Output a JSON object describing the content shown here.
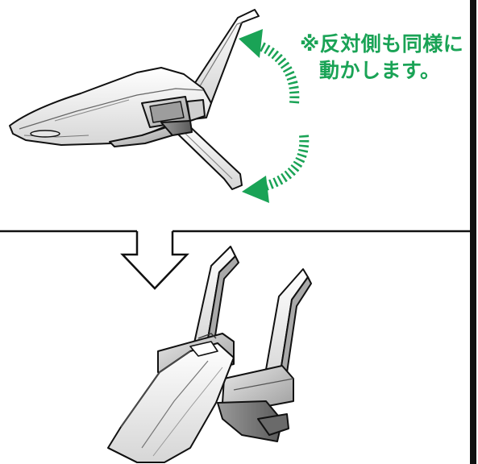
{
  "note": {
    "line1": "※反対側も同様に",
    "line2": "動かします。"
  },
  "colors": {
    "arrow": "#1aa356",
    "outline": "#111111",
    "part_light": "#f2f2f2",
    "part_mid": "#c8c8c8",
    "part_dark": "#8a8a8a"
  },
  "icons": {
    "step_arrow": "hollow-down-arrow",
    "rotation_arrow": "dotted-curved-arrow"
  }
}
